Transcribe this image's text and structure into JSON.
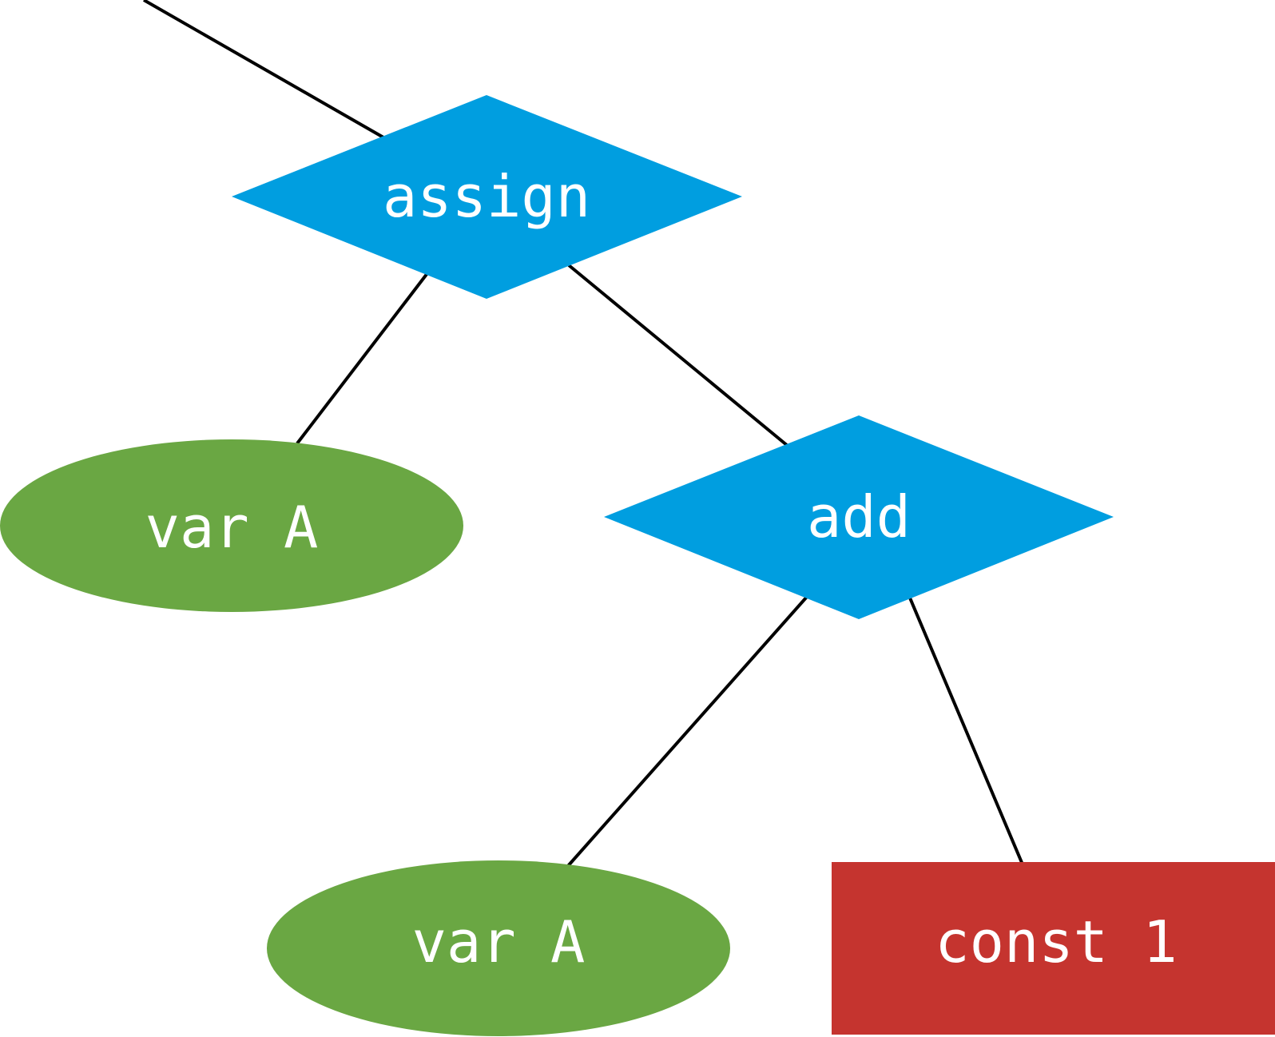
{
  "colors": {
    "operator": "#009EE0",
    "variable": "#6AA743",
    "constant": "#C5342F",
    "edge": "#000000",
    "label": "#FFFFFF"
  },
  "nodes": {
    "assign": {
      "label": "assign",
      "shape": "diamond"
    },
    "add": {
      "label": "add",
      "shape": "diamond"
    },
    "var_a_left": {
      "label": "var A",
      "shape": "ellipse"
    },
    "var_a_bottom": {
      "label": "var A",
      "shape": "ellipse"
    },
    "const_1": {
      "label": "const 1",
      "shape": "rectangle"
    }
  },
  "edges": [
    {
      "from": "parent",
      "to": "assign"
    },
    {
      "from": "assign",
      "to": "var_a_left"
    },
    {
      "from": "assign",
      "to": "add"
    },
    {
      "from": "add",
      "to": "var_a_bottom"
    },
    {
      "from": "add",
      "to": "const_1"
    }
  ]
}
